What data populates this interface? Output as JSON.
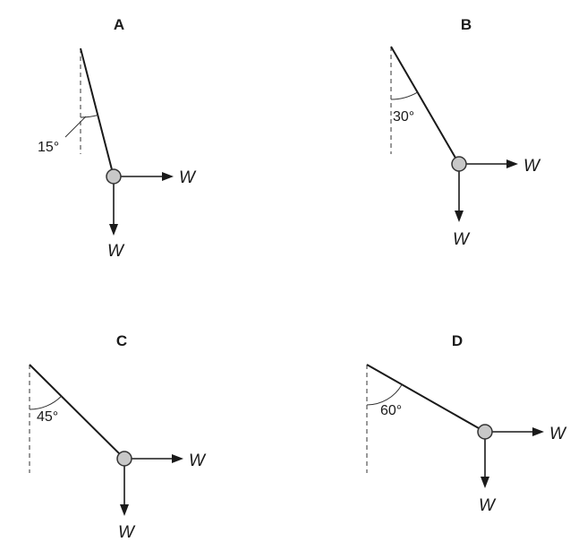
{
  "panels": [
    {
      "id": "A",
      "label": "A",
      "angle_deg": 15,
      "angle_label": "15°",
      "force_horizontal_label": "W",
      "force_vertical_label": "W"
    },
    {
      "id": "B",
      "label": "B",
      "angle_deg": 30,
      "angle_label": "30°",
      "force_horizontal_label": "W",
      "force_vertical_label": "W"
    },
    {
      "id": "C",
      "label": "C",
      "angle_deg": 45,
      "angle_label": "45°",
      "force_horizontal_label": "W",
      "force_vertical_label": "W"
    },
    {
      "id": "D",
      "label": "D",
      "angle_deg": 60,
      "angle_label": "60°",
      "force_horizontal_label": "W",
      "force_vertical_label": "W"
    }
  ],
  "colors": {
    "line": "#1a1a1a",
    "bob_fill": "#c8c8c8",
    "bob_stroke": "#333333"
  }
}
